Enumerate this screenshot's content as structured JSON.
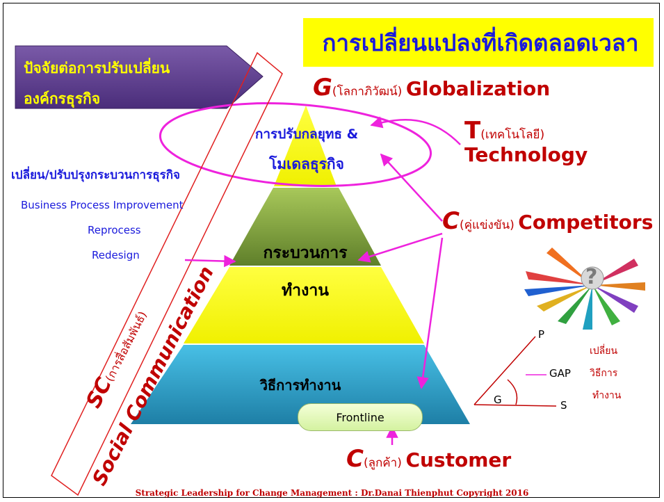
{
  "title": "การเปลี่ยนแปลงที่เกิดตลอดเวลา",
  "factor_box": {
    "line1": "ปัจจัยต่อการปรับเปลี่ยน",
    "line2": "องค์กรธุรกิจ"
  },
  "pyramid": {
    "level1_line1": "การปรับกลยุทธ &",
    "level1_line2": "โมเดลธุรกิจ",
    "level2_line1": "กระบวนการ",
    "level2_line2": "ทำงาน",
    "level3": "วิธีการทำงาน",
    "frontline": "Frontline"
  },
  "forces": {
    "g_letter": "G",
    "g_thai": "(โลกาภิวัฒน์)",
    "g_en": "Globalization",
    "t_letter": "T",
    "t_thai": "(เทคโนโลยี)",
    "t_en": "Technology",
    "c1_letter": "C",
    "c1_thai": "(คู่แข่งขัน)",
    "c1_en": "Competitors",
    "c2_letter": "C",
    "c2_thai": "(ลูกค้า)",
    "c2_en": "Customer"
  },
  "left_labels": {
    "thai": "เปลี่ยน/ปรับปรุงกระบวนการธุรกิจ",
    "bpi": "Business Process Improvement",
    "reprocess": "Reprocess",
    "redesign": "Redesign"
  },
  "side_band": {
    "sc": "SC",
    "sc_thai": "(การสื่อสัมพันธ์)",
    "en": "Social Communication"
  },
  "gap_diagram": {
    "p": "P",
    "gap": "GAP",
    "g": "G",
    "s": "S",
    "note1": "เปลี่ยน",
    "note2": "วิธีการ",
    "note3": "ทำงาน"
  },
  "footer": "Strategic  Leadership for Change Management  : Dr.Danai  Thienphut  Copyright  2016",
  "colors": {
    "pyramid_yellow": "#ffff00",
    "pyramid_green": "#7a9a3e",
    "pyramid_teal": "#34a8d0",
    "accent_magenta": "#ee22dd",
    "title_blue": "#1a1adc",
    "force_red": "#c00000"
  }
}
